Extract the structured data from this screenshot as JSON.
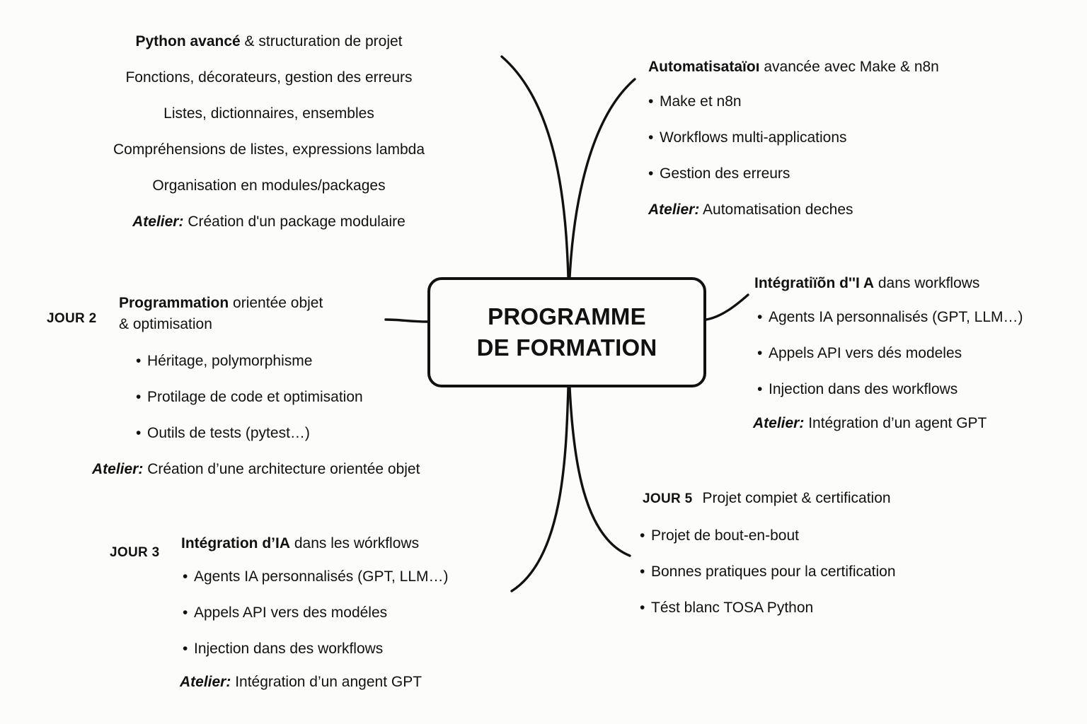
{
  "center": {
    "title": "PROGRAMME\nDE FORMATION"
  },
  "colors": {
    "background": "#FCFCFB",
    "stroke": "#111111",
    "text": "#111111"
  },
  "branches": [
    {
      "id": "jour1",
      "day_label": "",
      "heading_strong": "Python avancé",
      "heading_rest": " & structuration de projet",
      "lines": [
        "Fonctions, décorateurs, gestion des erreurs",
        "Listes, dictionnaires, ensembles",
        "Compréhensions de listes, expressions lambda",
        "Organisation en modules/packages"
      ],
      "atelier_label": "Atelier:",
      "atelier_text": " Création d'un package modulaire"
    },
    {
      "id": "jour2",
      "day_label": "JOUR 2",
      "heading_strong": "Programmation",
      "heading_rest": " orientée objet",
      "heading_line2": "& optimisation",
      "bullets": [
        "Héritage, polymorphisme",
        "Protilage de code et optimisation",
        "Outils de tests (pytest…)"
      ],
      "atelier_label": "Atelier:",
      "atelier_text": " Création d’une architecture orientée objet"
    },
    {
      "id": "jour3",
      "day_label": "JOUR 3",
      "heading_strong": "Intégration d’IA",
      "heading_rest": " dans les wórkflows",
      "bullets": [
        "Agents IA personnalisés (GPT, LLM…)",
        "Appels API vers des modéles",
        "Injection dans des workflows"
      ],
      "atelier_label": "Atelier:",
      "atelier_text": " Intégration d’un angent  GPT"
    },
    {
      "id": "jour4",
      "day_label": "",
      "heading_strong": "Automatisataïoı",
      "heading_rest": " avancée avec Make & n8n",
      "bullets": [
        "Make et n8n",
        "Workflows multi-applications",
        "Gestion des erreurs"
      ],
      "atelier_label": "Atelier:",
      "atelier_text": " Automatisation deches"
    },
    {
      "id": "jour5",
      "day_label": "",
      "heading_strong": "Intégratiïõn d''I  A",
      "heading_rest": " dans workflows",
      "bullets": [
        "Agents IA personnalisés (GPT, LLM…)",
        "Appels API vers dés modeles",
        "Injection dans des workflows"
      ],
      "atelier_label": "Atelier:",
      "atelier_text": " Intégration d’un agent GPT"
    },
    {
      "id": "jour6",
      "day_label": "JOUR 5",
      "heading_strong": "",
      "heading_rest": "Projet compiet & certification",
      "bullets": [
        "Projet de bout-en-bout",
        "Bonnes pratiques pour la certification",
        "Tést blanc TOSA Python"
      ],
      "atelier_label": "",
      "atelier_text": ""
    }
  ],
  "bullet_glyph": "•"
}
